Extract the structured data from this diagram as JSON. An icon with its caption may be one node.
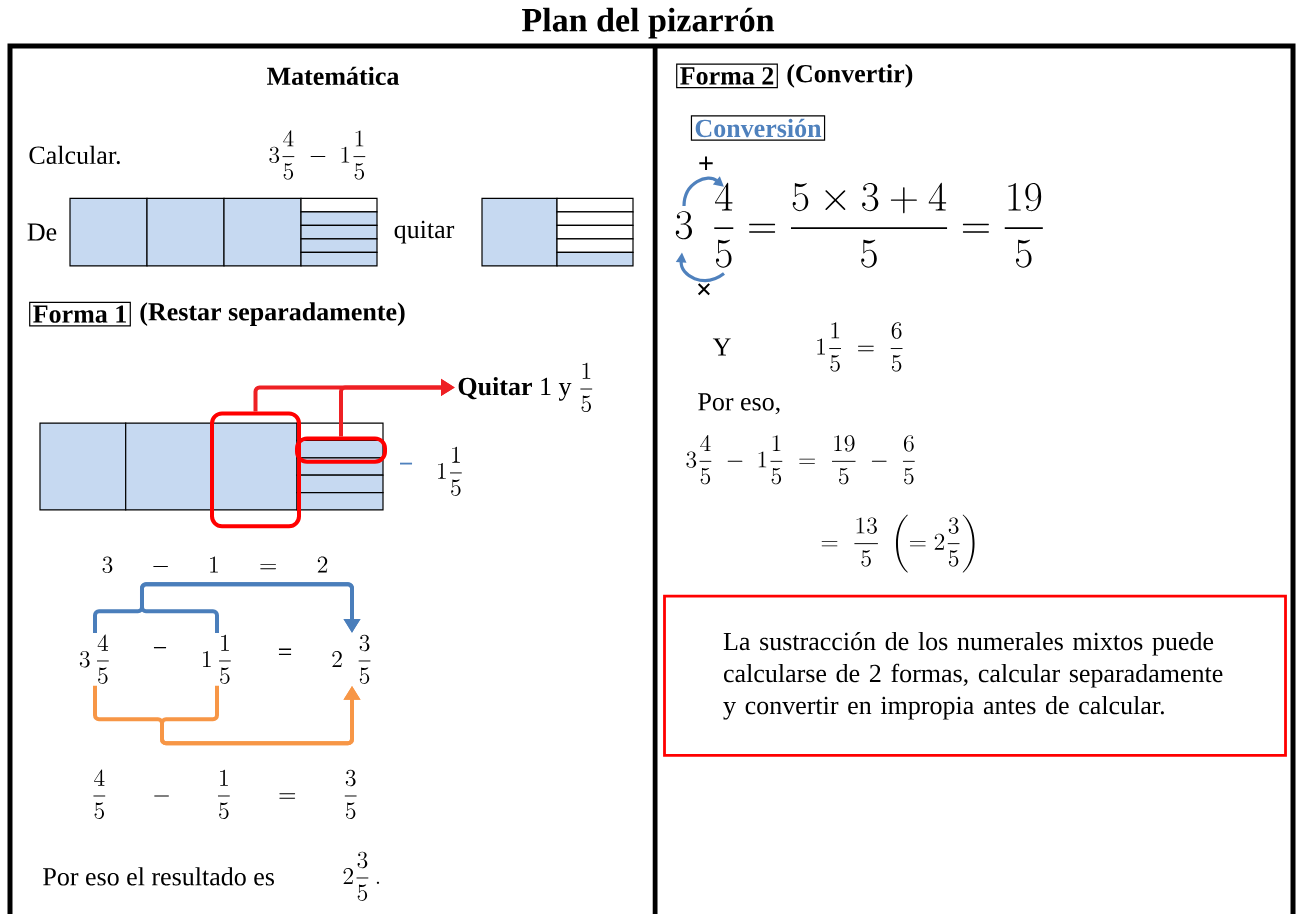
{
  "diagram": {
    "title": "Plan del pizarrón",
    "nodes": [
      {
        "text": [
          "Forma 1"
        ],
        "beside": [
          "(Restar separadamente)"
        ]
      },
      {
        "text": [],
        "shape": "box"
      },
      {
        "text": [],
        "shape": "box"
      },
      {
        "text": [
          "**Quitar** 1 y",
          "\\frac{1}{5}"
        ]
      },
      {
        "text": [
          "3\\,\\frac{4}{5}"
        ]
      },
      {
        "text": [
          "1\\,\\frac{1}{5}"
        ]
      },
      {
        "text": [
          "2\\;\\;\\frac{3}{5}"
        ]
      },
      {
        "text": [
          "Forma 2"
        ],
        "beside": [
          "(Convertir)"
        ]
      },
      {
        "text": [
          "Conversión"
        ]
      },
      {
        "text": [
          "La sustracción de los numerales mixtos puede calcularse de 2 formas, calcular separadamente y convertir en impropia antes de calcular."
        ]
      }
    ],
    "edges": [
      {
        "from": 1,
        "to": 3,
        "arrow": "to",
        "color": "#ee2024"
      },
      {
        "from": 2,
        "to": 3,
        "arrow": "to",
        "color": "#ee2024"
      },
      {
        "from": 4,
        "to": 6,
        "arrow": "to",
        "color": "#4a7ebb"
      },
      {
        "from": 5,
        "to": 6,
        "arrow": "to",
        "color": "#4a7ebb"
      },
      {
        "from": 4,
        "to": 6,
        "arrow": "to",
        "color": "#f79646"
      },
      {
        "from": 5,
        "to": 6,
        "arrow": "to",
        "color": "#f79646"
      }
    ],
    "labels": [
      "Matemática",
      "Calcular.",
      "3\\frac{4}{5}\\;-\\;1\\frac{1}{5}",
      "De",
      "quitar",
      "−",
      "1\\frac{1}{5}",
      "3\\quad\\;-\\quad\\;1\\quad\\;=\\quad\\;2",
      "−",
      "=",
      "\\frac{4}{5}\\quad\\;\\;-\\quad\\;\\;\\frac{1}{5}\\quad\\;\\;=\\quad\\;\\;\\frac{3}{5}",
      "Por eso el resultado es",
      "2\\frac{3}{5}\\,.",
      "+",
      "3\\;\\,\\frac{4}{5}=\\frac{5\\times3+4}{5}=\\frac{19}{5}",
      "×",
      "Y",
      "1\\frac{1}{5}\\;=\\;\\frac{6}{5}",
      "Por eso,",
      "3\\frac{4}{5}\\;-\\;1\\frac{1}{5}\\;=\\;\\frac{19}{5}\\;-\\;\\frac{6}{5}",
      "=\\;\\frac{13}{5}\\;\\left(=2\\frac{3}{5}\\right)"
    ]
  }
}
